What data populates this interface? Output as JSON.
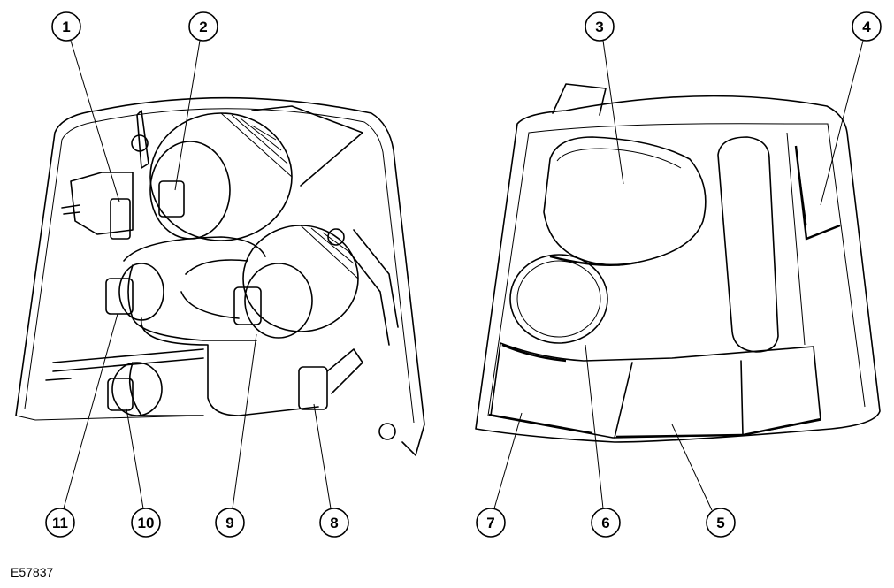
{
  "figure_id": "E57837",
  "callouts": [
    {
      "label": "1"
    },
    {
      "label": "2"
    },
    {
      "label": "3"
    },
    {
      "label": "4"
    },
    {
      "label": "5"
    },
    {
      "label": "6"
    },
    {
      "label": "7"
    },
    {
      "label": "8"
    },
    {
      "label": "9"
    },
    {
      "label": "10"
    },
    {
      "label": "11"
    }
  ]
}
